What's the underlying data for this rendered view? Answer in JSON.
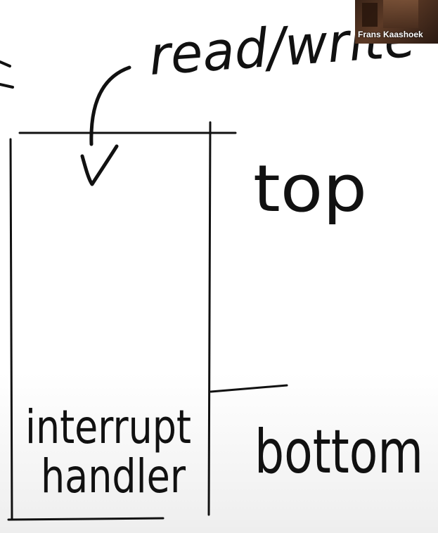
{
  "whiteboard": {
    "stack_top_arrow_label": "read/write",
    "region_label_top": "top",
    "region_label_bottom": "bottom",
    "handler_label_line1": "interrupt",
    "handler_label_line2": "handler"
  },
  "video_tile": {
    "participant_name": "Frans Kaashoek"
  },
  "colors": {
    "ink": "#111111",
    "background": "#ffffff"
  }
}
